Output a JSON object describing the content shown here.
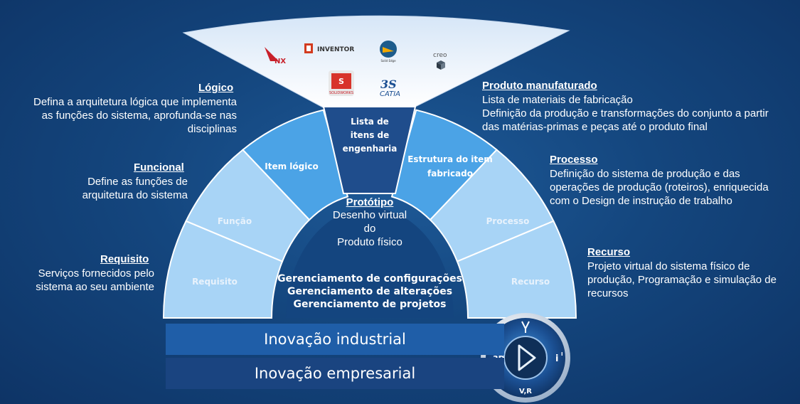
{
  "funnel": {
    "logos": [
      "NX",
      "INVENTOR",
      "Solid Edge",
      "creo",
      "SOLIDWORKS",
      "CATIA"
    ]
  },
  "arc": {
    "segments": {
      "requisito": "Requisito",
      "funcao": "Função",
      "item_logico": "Item lógico",
      "lista": [
        "Lista de",
        "itens de",
        "engenharia"
      ],
      "estrutura": [
        "Estrutura do item",
        "fabricado"
      ],
      "processo": "Processo",
      "recurso": "Recurso"
    }
  },
  "left": {
    "logico": {
      "title": "Lógico",
      "lines": [
        "Defina a arquitetura lógica que implementa",
        "as funções do sistema, aprofunda-se nas",
        "disciplinas"
      ]
    },
    "funcional": {
      "title": "Funcional",
      "lines": [
        "Define as funções de",
        "arquitetura do sistema"
      ]
    },
    "requisito": {
      "title": "Requisito",
      "lines": [
        "Serviços fornecidos pelo",
        "sistema ao seu ambiente"
      ]
    }
  },
  "right": {
    "produto": {
      "title": "Produto manufaturado",
      "lines": [
        "Lista de materiais de fabricação",
        "Definição da produção e transformações do conjunto a partir",
        "das matérias-primas e peças até o produto final"
      ]
    },
    "processo": {
      "title": "Processo",
      "lines": [
        "Definição do sistema de produção e das",
        "operações de produção (roteiros), enriquecida",
        "com o Design de instrução de trabalho"
      ]
    },
    "recurso": {
      "title": "Recurso",
      "lines": [
        "Projeto virtual do sistema físico de",
        "produção, Programação e simulação de",
        "recursos"
      ]
    }
  },
  "prototipo": {
    "title": "Protótipo",
    "lines": [
      "Desenho virtual",
      "do",
      "Produto físico"
    ]
  },
  "gerenciamento": [
    "Gerenciamento de configurações",
    "Gerenciamento de alterações",
    "Gerenciamento de projetos"
  ],
  "bands": {
    "industrial": "Inovação industrial",
    "empresarial": "Inovação empresarial"
  },
  "compass": {
    "left": "3D",
    "right": "i",
    "right_sup": "I",
    "bottom": "V,R"
  },
  "colors": {
    "dark_segment": "#1f4d8c",
    "mid_segment": "#4ba3e6",
    "light_segment": "#a8d4f6",
    "band_top": "#1f5ea8",
    "band_bottom": "#1a4480"
  }
}
